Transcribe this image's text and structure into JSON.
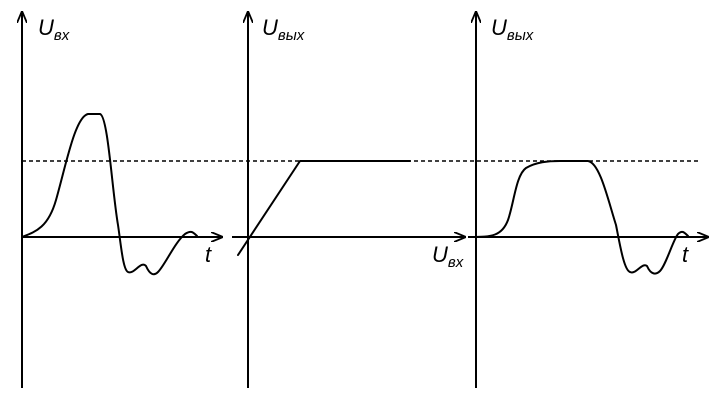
{
  "panels": [
    {
      "y_label_main": "U",
      "y_label_sub": "вх",
      "x_label_main": "t",
      "x_label_sub": ""
    },
    {
      "y_label_main": "U",
      "y_label_sub": "вых",
      "x_label_main": "U",
      "x_label_sub": "вх"
    },
    {
      "y_label_main": "U",
      "y_label_sub": "вых",
      "x_label_main": "t",
      "x_label_sub": ""
    }
  ]
}
